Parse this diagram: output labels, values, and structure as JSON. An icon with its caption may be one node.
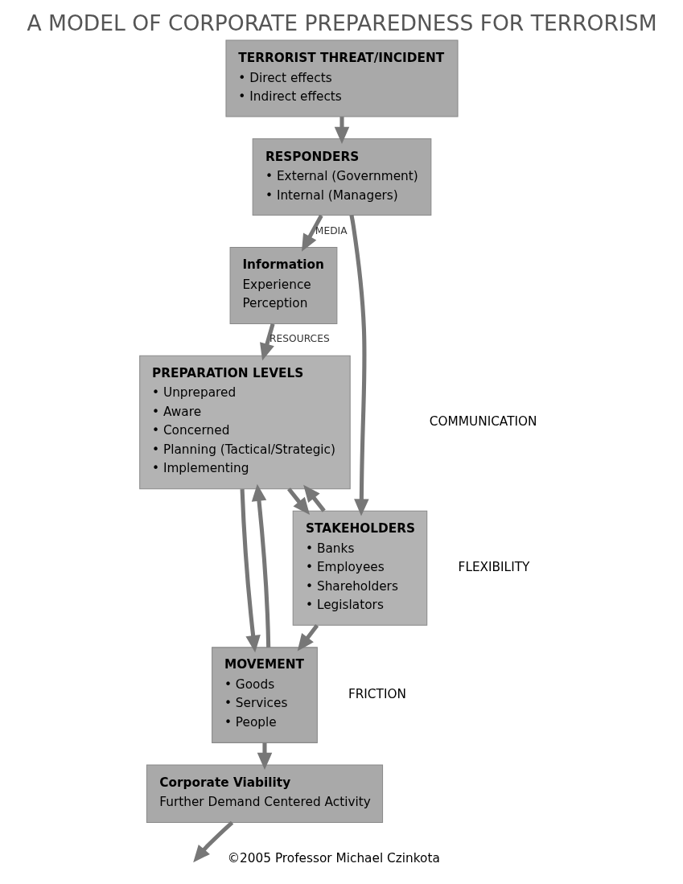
{
  "diagram": {
    "title": "A MODEL OF CORPORATE PREPAREDNESS FOR TERRORISM",
    "nodes": [
      {
        "text": [
          "TERRORIST THREAT/INCIDENT",
          "• Direct effects",
          "• Indirect effects"
        ]
      },
      {
        "text": [
          "RESPONDERS",
          "• External (Government)",
          "• Internal (Managers)"
        ]
      },
      {
        "text": [
          "Information",
          "Experience",
          "Perception"
        ]
      },
      {
        "text": [
          "PREPARATION LEVELS",
          "• Unprepared",
          "• Aware",
          "• Concerned",
          "• Planning (Tactical/Strategic)",
          "• Implementing"
        ]
      },
      {
        "text": [
          "STAKEHOLDERS",
          "• Banks",
          "• Employees",
          "• Shareholders",
          "• Legislators"
        ]
      },
      {
        "text": [
          "MOVEMENT",
          "• Goods",
          "• Services",
          "• People"
        ]
      },
      {
        "text": [
          "Corporate Viability",
          "Further Demand Centered Activity"
        ]
      }
    ],
    "edges": [
      {
        "from": 0,
        "to": 1,
        "arrow": "to"
      },
      {
        "from": 1,
        "to": 4,
        "arrow": "to"
      },
      {
        "from": 1,
        "to": 2,
        "arrow": "to",
        "label": "MEDIA"
      },
      {
        "from": 2,
        "to": 3,
        "arrow": "to",
        "label": "RESOURCES"
      },
      {
        "from": 3,
        "to": 4,
        "arrow": "to"
      },
      {
        "from": 4,
        "to": 3,
        "arrow": "to"
      },
      {
        "from": 4,
        "to": 5,
        "arrow": "to"
      },
      {
        "from": 3,
        "to": 5,
        "arrow": "to"
      },
      {
        "from": 5,
        "to": 3,
        "arrow": "to"
      },
      {
        "from": 5,
        "to": 6,
        "arrow": "to"
      },
      {
        "from": 6,
        "to": null,
        "arrow": "to"
      }
    ],
    "labels": [
      "FLEXIBILITY",
      "COMMUNICATION",
      "FRICTION",
      "©2005 Professor Michael Czinkota"
    ]
  }
}
